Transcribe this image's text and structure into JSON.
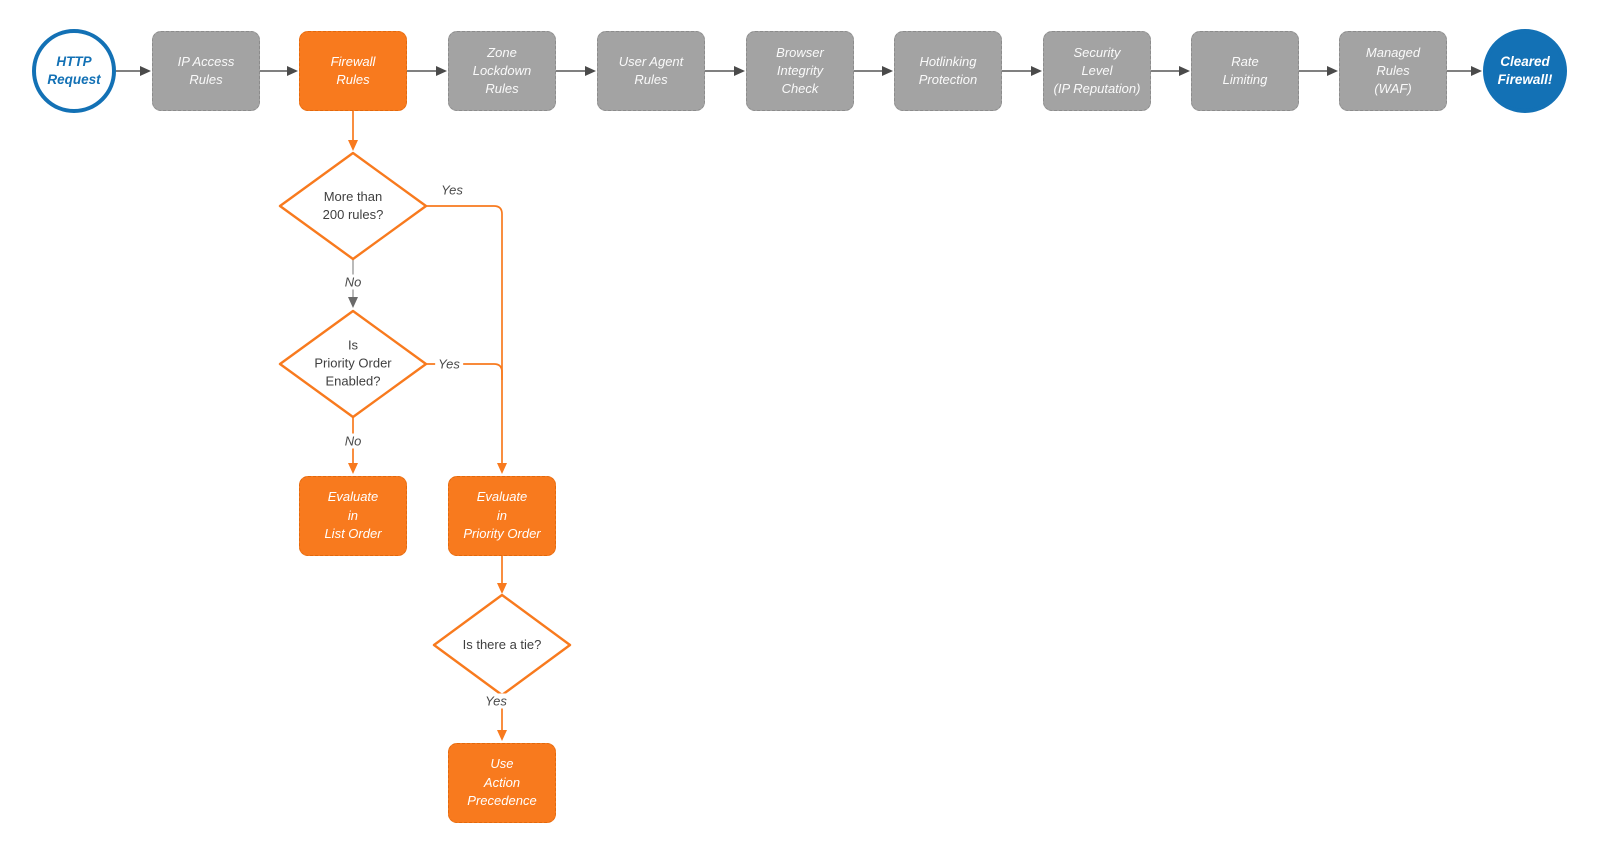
{
  "colors": {
    "orange": "#f87a1e",
    "gray_node": "#a3a3a3",
    "blue": "#1371b5",
    "connector_dark": "#4a4a4a",
    "diamond_text": "#3f3f3f",
    "background": "#ffffff"
  },
  "start_node": {
    "label": "HTTP\nRequest"
  },
  "end_node": {
    "label": "Cleared\nFirewall!"
  },
  "pipeline": [
    {
      "label": "IP Access\nRules",
      "highlighted": false
    },
    {
      "label": "Firewall\nRules",
      "highlighted": true
    },
    {
      "label": "Zone\nLockdown\nRules",
      "highlighted": false
    },
    {
      "label": "User Agent\nRules",
      "highlighted": false
    },
    {
      "label": "Browser\nIntegrity\nCheck",
      "highlighted": false
    },
    {
      "label": "Hotlinking\nProtection",
      "highlighted": false
    },
    {
      "label": "Security\nLevel\n(IP Reputation)",
      "highlighted": false
    },
    {
      "label": "Rate\nLimiting",
      "highlighted": false
    },
    {
      "label": "Managed\nRules\n(WAF)",
      "highlighted": false
    }
  ],
  "decisions": [
    {
      "label": "More than\n200 rules?",
      "yes_label": "Yes",
      "no_label": "No"
    },
    {
      "label": "Is\nPriority Order\nEnabled?",
      "yes_label": "Yes",
      "no_label": "No"
    },
    {
      "label": "Is there a tie?",
      "yes_label": "Yes"
    }
  ],
  "actions": [
    {
      "label": "Evaluate\nin\nList Order"
    },
    {
      "label": "Evaluate\nin\nPriority Order"
    },
    {
      "label": "Use\nAction\nPrecedence"
    }
  ]
}
